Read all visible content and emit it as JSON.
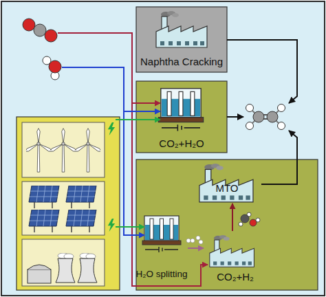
{
  "diagram": {
    "nodes": [
      {
        "text": [
          "Naphtha Cracking"
        ]
      },
      {
        "text": [
          "CO₂+H₂O"
        ]
      },
      {
        "text": [
          "MTO"
        ]
      },
      {
        "text": [
          "H₂O splitting"
        ]
      },
      {
        "text": [
          "CO₂+H₂"
        ]
      }
    ],
    "edges": [
      {
        "from": 3,
        "to": 4,
        "arrow": "to"
      },
      {
        "from": 4,
        "to": 2,
        "arrow": "to"
      }
    ]
  }
}
